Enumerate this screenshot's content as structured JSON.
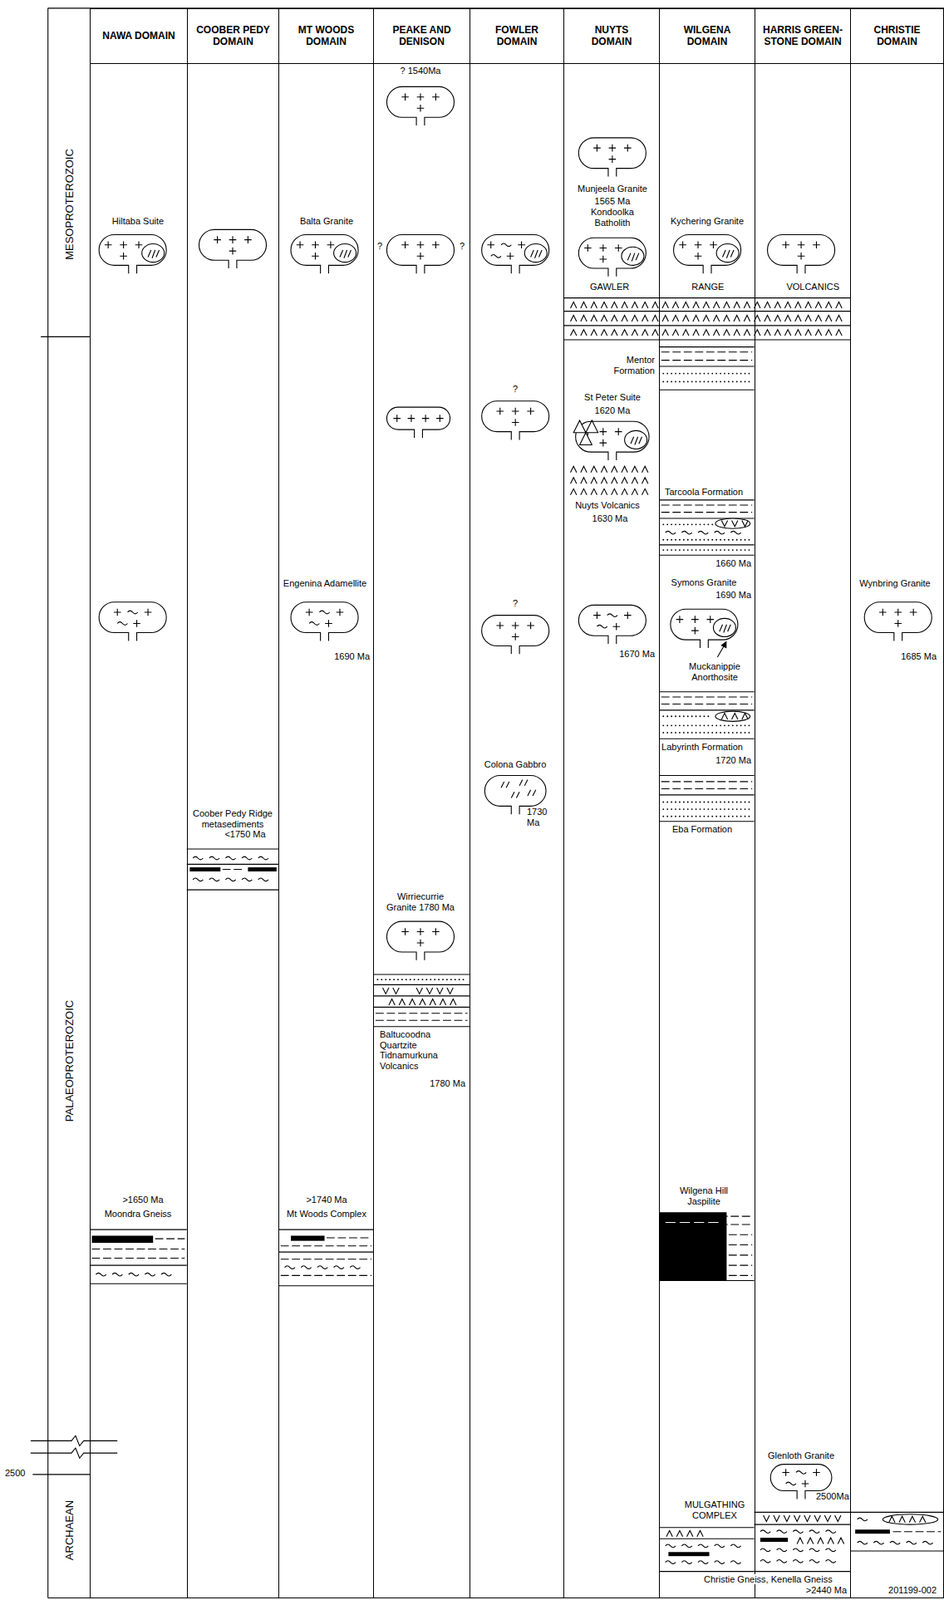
{
  "diagram": {
    "nodes": [
      {
        "text": [
          "MESOPROTEROZOIC"
        ]
      },
      {
        "text": [
          "PALAEOPROTEROZOIC"
        ]
      },
      {
        "text": [
          "ARCHAEAN"
        ]
      },
      {
        "text": [
          "NAWA DOMAIN"
        ]
      },
      {
        "text": [
          "COOBER PEDY DOMAIN"
        ]
      },
      {
        "text": [
          "MT WOODS DOMAIN"
        ]
      },
      {
        "text": [
          "PEAKE AND DENISON"
        ]
      },
      {
        "text": [
          "FOWLER DOMAIN"
        ]
      },
      {
        "text": [
          "NUYTS DOMAIN"
        ]
      },
      {
        "text": [
          "WILGENA DOMAIN"
        ]
      },
      {
        "text": [
          "HARRIS GREEN- STONE DOMAIN"
        ]
      },
      {
        "text": [
          "CHRISTIE DOMAIN"
        ]
      }
    ],
    "labels": [
      "? 1540Ma",
      "Munjeela Granite",
      "1565 Ma",
      "Kondoolka Batholith",
      "Hiltaba Suite",
      "Balta Granite",
      "Kychering Granite",
      "?",
      "?",
      "GAWLER RANGE VOLCANICS",
      "Mentor Formation",
      "?",
      "St Peter Suite",
      "1620 Ma",
      "Tarcoola Formation",
      "Nuyts Volcanics",
      "1630 Ma",
      "1660 Ma",
      "Symons Granite",
      "1690 Ma",
      "Engenina Adamellite",
      "Wynbring Granite",
      "?",
      "1690 Ma",
      "1670 Ma",
      "1685 Ma",
      "Muckanippie Anorthosite",
      "Labyrinth Formation",
      "1720 Ma",
      "Colona Gabbro",
      "1730 Ma",
      "Eba Formation",
      "Coober Pedy Ridge metasediments",
      "<1750 Ma",
      "Wirriecurrie Granite 1780 Ma",
      "Baltucoodna Quartzite Tidnamurkuna Volcanics",
      "1780 Ma",
      ">1650 Ma",
      "Moondra Gneiss",
      ">1740 Ma",
      "Mt Woods Complex",
      "Wilgena Hill Jaspilite",
      "Glenloth Granite",
      "2500",
      "2500Ma",
      "MULGATHING COMPLEX",
      "Christie Gneiss, Kenella Gneiss",
      ">2440 Ma",
      "201199-002"
    ]
  }
}
